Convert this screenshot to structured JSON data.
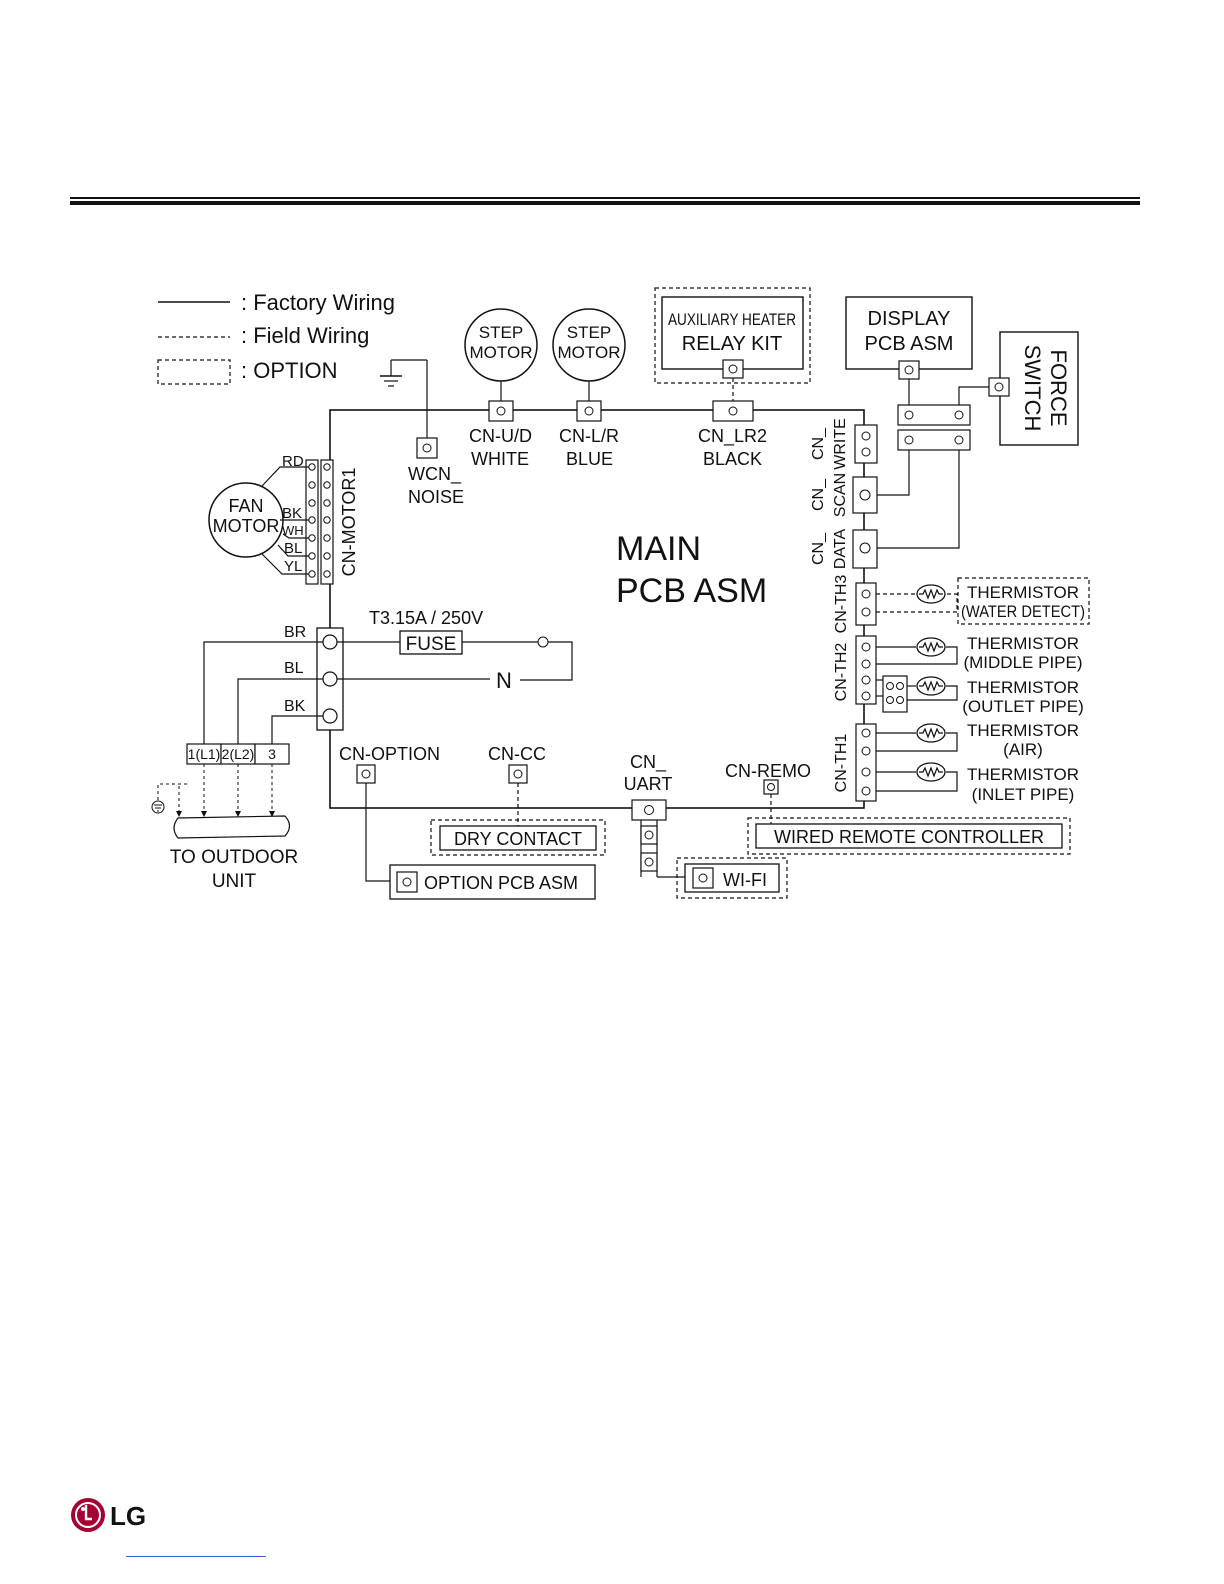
{
  "legend": {
    "factory": ": Factory Wiring",
    "field": ": Field Wiring",
    "option": ": OPTION"
  },
  "main_board": {
    "line1": "MAIN",
    "line2": "PCB ASM"
  },
  "step_motor_1": {
    "line1": "STEP",
    "line2": "MOTOR"
  },
  "step_motor_2": {
    "line1": "STEP",
    "line2": "MOTOR"
  },
  "aux_heater": {
    "line1": "AUXILIARY HEATER",
    "line2": "RELAY KIT"
  },
  "display_pcb": {
    "line1": "DISPLAY",
    "line2": "PCB ASM"
  },
  "force_switch": {
    "line1": "FORCE",
    "line2": "SWITCH"
  },
  "fan_motor": {
    "line1": "FAN",
    "line2": "MOTOR"
  },
  "connectors": {
    "cn_ud": {
      "line1": "CN-U/D",
      "line2": "WHITE"
    },
    "cn_lr": {
      "line1": "CN-L/R",
      "line2": "BLUE"
    },
    "cn_lr2": {
      "line1": "CN_LR2",
      "line2": "BLACK"
    },
    "wcn_noise": {
      "line1": "WCN_",
      "line2": "NOISE"
    },
    "cn_motor1": "CN-MOTOR1",
    "cn_write": {
      "line1": "CN_",
      "line2": "WRITE"
    },
    "cn_scan": {
      "line1": "CN_",
      "line2": "SCAN"
    },
    "cn_data": {
      "line1": "CN_",
      "line2": "DATA"
    },
    "cn_th3": "CN-TH3",
    "cn_th2": "CN-TH2",
    "cn_th1": "CN-TH1",
    "cn_option": "CN-OPTION",
    "cn_cc": "CN-CC",
    "cn_uart": {
      "line1": "CN_",
      "line2": "UART"
    },
    "cn_remo": "CN-REMO"
  },
  "motor_wires": [
    "RD",
    "BK",
    "WH",
    "BL",
    "YL"
  ],
  "power_wires": [
    "BR",
    "BL",
    "BK"
  ],
  "fuse": {
    "rating": "T3.15A / 250V",
    "label": "FUSE"
  },
  "neutral": "N",
  "terminals": [
    "1(L1)",
    "2(L2)",
    "3"
  ],
  "outdoor": {
    "line1": "TO OUTDOOR",
    "line2": "UNIT"
  },
  "thermistors": {
    "water": {
      "line1": "THERMISTOR",
      "line2": "(WATER DETECT)"
    },
    "middle": {
      "line1": "THERMISTOR",
      "line2": "(MIDDLE PIPE)"
    },
    "outlet": {
      "line1": "THERMISTOR",
      "line2": "(OUTLET PIPE)"
    },
    "air": {
      "line1": "THERMISTOR",
      "line2": "(AIR)"
    },
    "inlet": {
      "line1": "THERMISTOR",
      "line2": "(INLET PIPE)"
    }
  },
  "options": {
    "dry_contact": "DRY CONTACT",
    "wired_remote": "WIRED REMOTE CONTROLLER",
    "option_pcb": "OPTION PCB ASM",
    "wifi": "WI-FI"
  },
  "brand": {
    "name": "LG",
    "accent": "#a50034"
  }
}
